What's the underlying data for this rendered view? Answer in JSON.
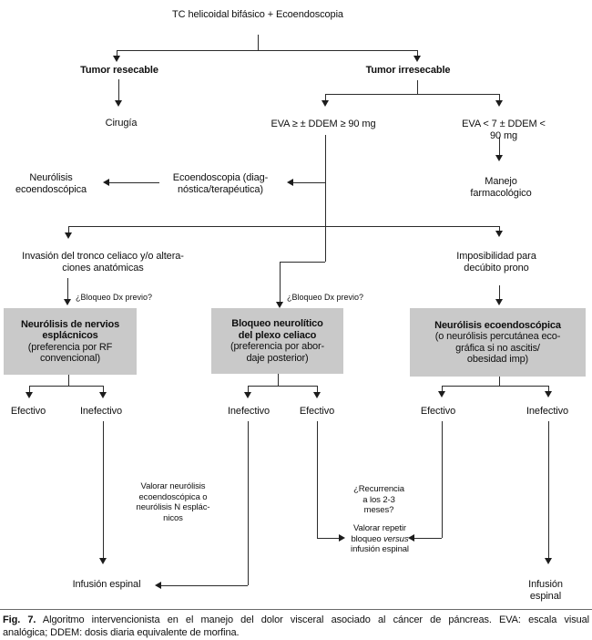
{
  "colors": {
    "box_fill": "#c9c9c9",
    "line": "#2b2b2b",
    "text": "#0f0f0f"
  },
  "flowchart": {
    "title": "TC helicoidal bifásico + Ecoendoscopia",
    "tumor_resecable": "Tumor resecable",
    "tumor_irresecable": "Tumor irresecable",
    "cirugia": "Cirugía",
    "eva_high": "EVA ≥ ± DDEM ≥ 90 mg",
    "eva_low": "EVA < 7 ± DDEM < 90 mg",
    "manejo_farmacologico": "Manejo farmacológico",
    "ecoendoscopia": "Ecoendoscopia (diag-\nnóstica/terapéutica)",
    "neurolisis_ecoendoscopica": "Neurólisis\necoendoscópica",
    "invasion_tronco": "Invasión del tronco celiaco y/o altera-\nciones anatómicas",
    "imposibilidad": "Imposibilidad para\ndecúbito prono",
    "bloqueo_dx_left": "¿Bloqueo Dx previo?",
    "bloqueo_dx_mid": "¿Bloqueo Dx previo?",
    "box_esplacnicos": {
      "title": "Neurólisis de nervios\nesplácnicos",
      "subtitle": "(preferencia por RF\nconvencional)",
      "outcomes": [
        "Efectivo",
        "Inefectivo"
      ]
    },
    "box_plexo_celiaco": {
      "title": "Bloqueo neurolítico\ndel plexo celiaco",
      "subtitle": "(preferencia por abor-\ndaje posterior)",
      "outcomes": [
        "Inefectivo",
        "Efectivo"
      ]
    },
    "box_eco": {
      "title": "Neurólisis ecoendoscópica",
      "subtitle": "(o neurólisis percutánea eco-\ngráfica si no ascitis/\nobesidad imp)",
      "outcomes": [
        "Efectivo",
        "Inefectivo"
      ]
    },
    "valorar_neurolisis": "Valorar neurólisis\necoendoscópica o\nneurólisis N esplác-\nnicos",
    "recurrencia": "¿Recurrencia\na los 2-3\nmeses?",
    "valorar_repetir": {
      "line1": "Valorar repetir",
      "line2_pre": "bloqueo ",
      "line2_italic": "versus",
      "line3": "infusión espinal"
    },
    "infusion_left": "Infusión espinal",
    "infusion_right": "Infusión espinal"
  },
  "caption": {
    "fig_label": "Fig. 7.",
    "line1_rest": " Algoritmo intervencionista en el manejo del dolor visceral asociado al cáncer de páncreas. EVA: escala visual",
    "line2": "analógica; DDEM: dosis diaria equivalente de morfina."
  }
}
